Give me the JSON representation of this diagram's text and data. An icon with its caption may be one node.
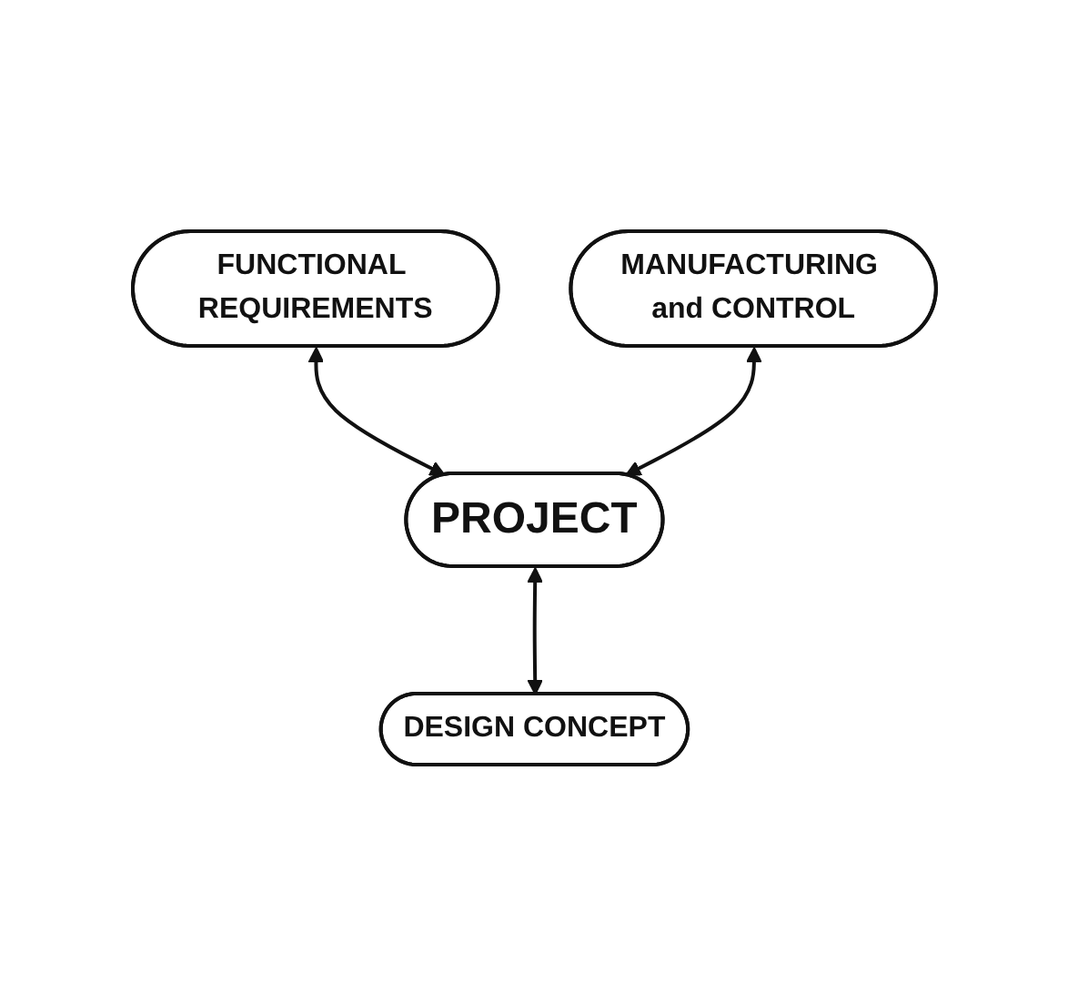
{
  "diagram": {
    "nodes": [
      {
        "text": [
          "FUNCTIONAL REQUIREMENTS"
        ]
      },
      {
        "text": [
          "MANUFACTURING and CONTROL"
        ]
      },
      {
        "text": [
          "PROJECT"
        ]
      },
      {
        "text": [
          "DESIGN CONCEPT"
        ]
      }
    ],
    "edges": [
      {
        "from": 0,
        "to": 2,
        "arrow": "both"
      },
      {
        "from": 1,
        "to": 2,
        "arrow": "both"
      },
      {
        "from": 2,
        "to": 3,
        "arrow": "both"
      }
    ]
  }
}
